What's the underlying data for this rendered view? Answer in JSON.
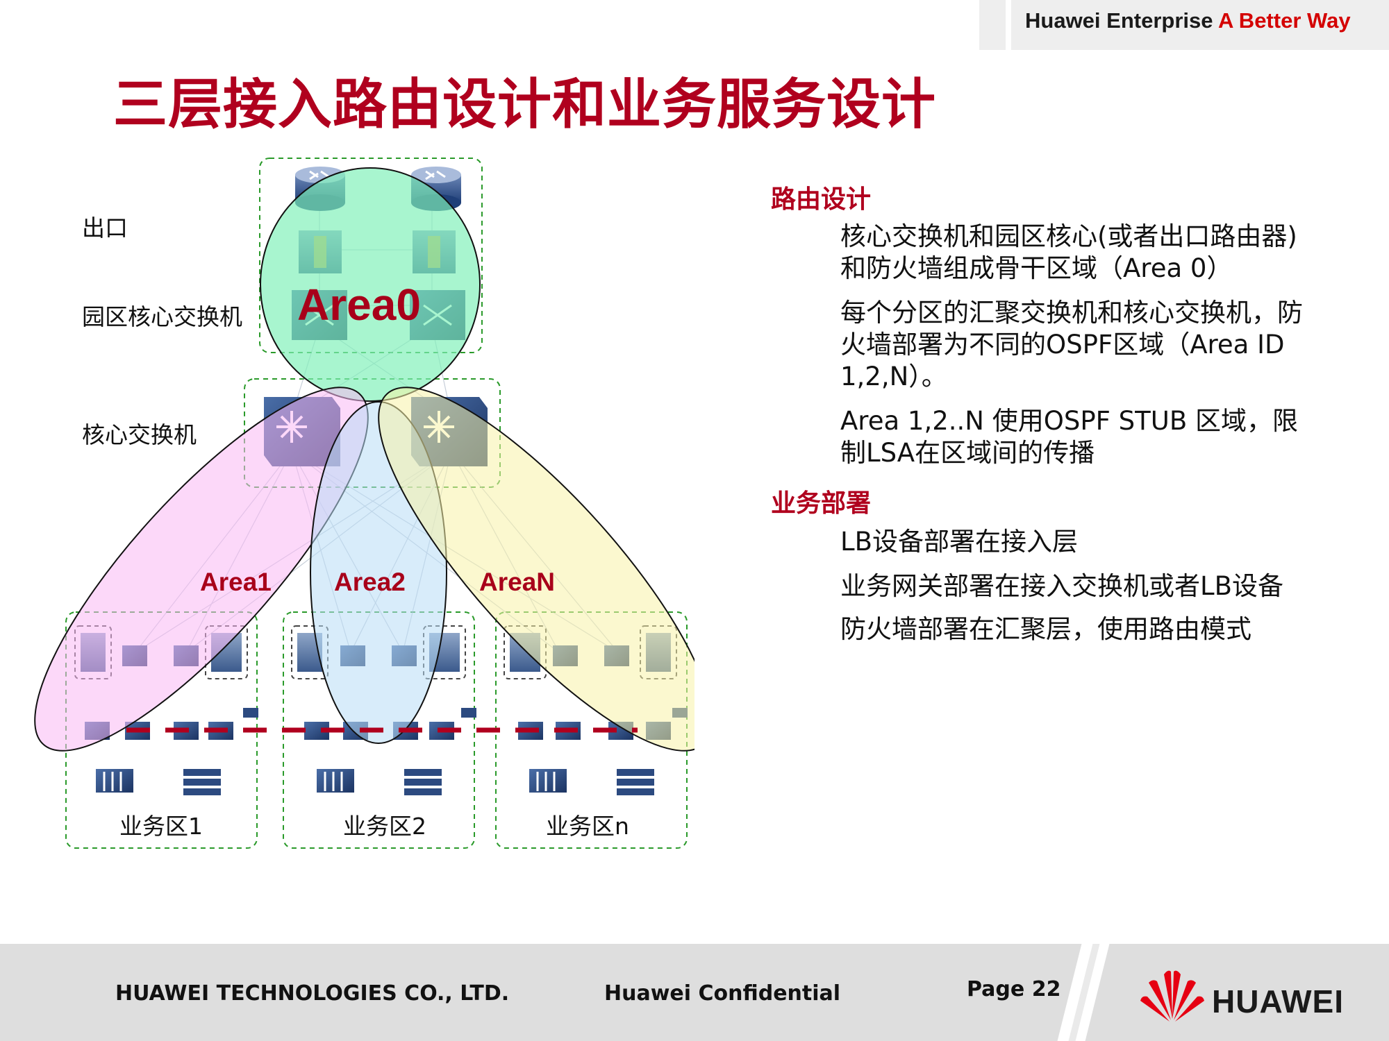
{
  "header": {
    "company": "Huawei Enterprise",
    "slogan": "A Better Way"
  },
  "title": "三层接入路由设计和业务服务设计",
  "diagram": {
    "layer_labels": {
      "exit": "出口",
      "campus_core": "园区核心交换机",
      "core": "核心交换机"
    },
    "areas": {
      "area0": "Area0",
      "area1": "Area1",
      "area2": "Area2",
      "arean": "AreaN"
    },
    "zones": [
      "业务区1",
      "业务区2",
      "业务区n"
    ],
    "colors": {
      "area0": "#7ff0b8",
      "area1": "#f9b8f4",
      "area2": "#b8ddf6",
      "arean": "#f7f3a8",
      "zone_border": "#2a9a2a",
      "boundary_line": "#b0001e"
    },
    "icons": [
      "router-icon",
      "firewall-icon",
      "core-switch-icon",
      "server-rack-icon",
      "load-balancer-icon"
    ]
  },
  "right": {
    "routing": {
      "heading": "路由设计",
      "items": [
        "核心交换机和园区核心(或者出口路由器)和防火墙组成骨干区域（Area 0）",
        "每个分区的汇聚交换机和核心交换机，防火墙部署为不同的OSPF区域（Area ID 1,2,N）。",
        "Area 1,2..N 使用OSPF STUB 区域，限制LSA在区域间的传播"
      ]
    },
    "service": {
      "heading": "业务部署",
      "items": [
        "LB设备部署在接入层",
        "业务网关部署在接入交换机或者LB设备",
        "防火墙部署在汇聚层，使用路由模式"
      ]
    }
  },
  "footer": {
    "company": "HUAWEI TECHNOLOGIES CO., LTD.",
    "confidential": "Huawei Confidential",
    "page": "Page 22",
    "brand": "HUAWEI"
  }
}
